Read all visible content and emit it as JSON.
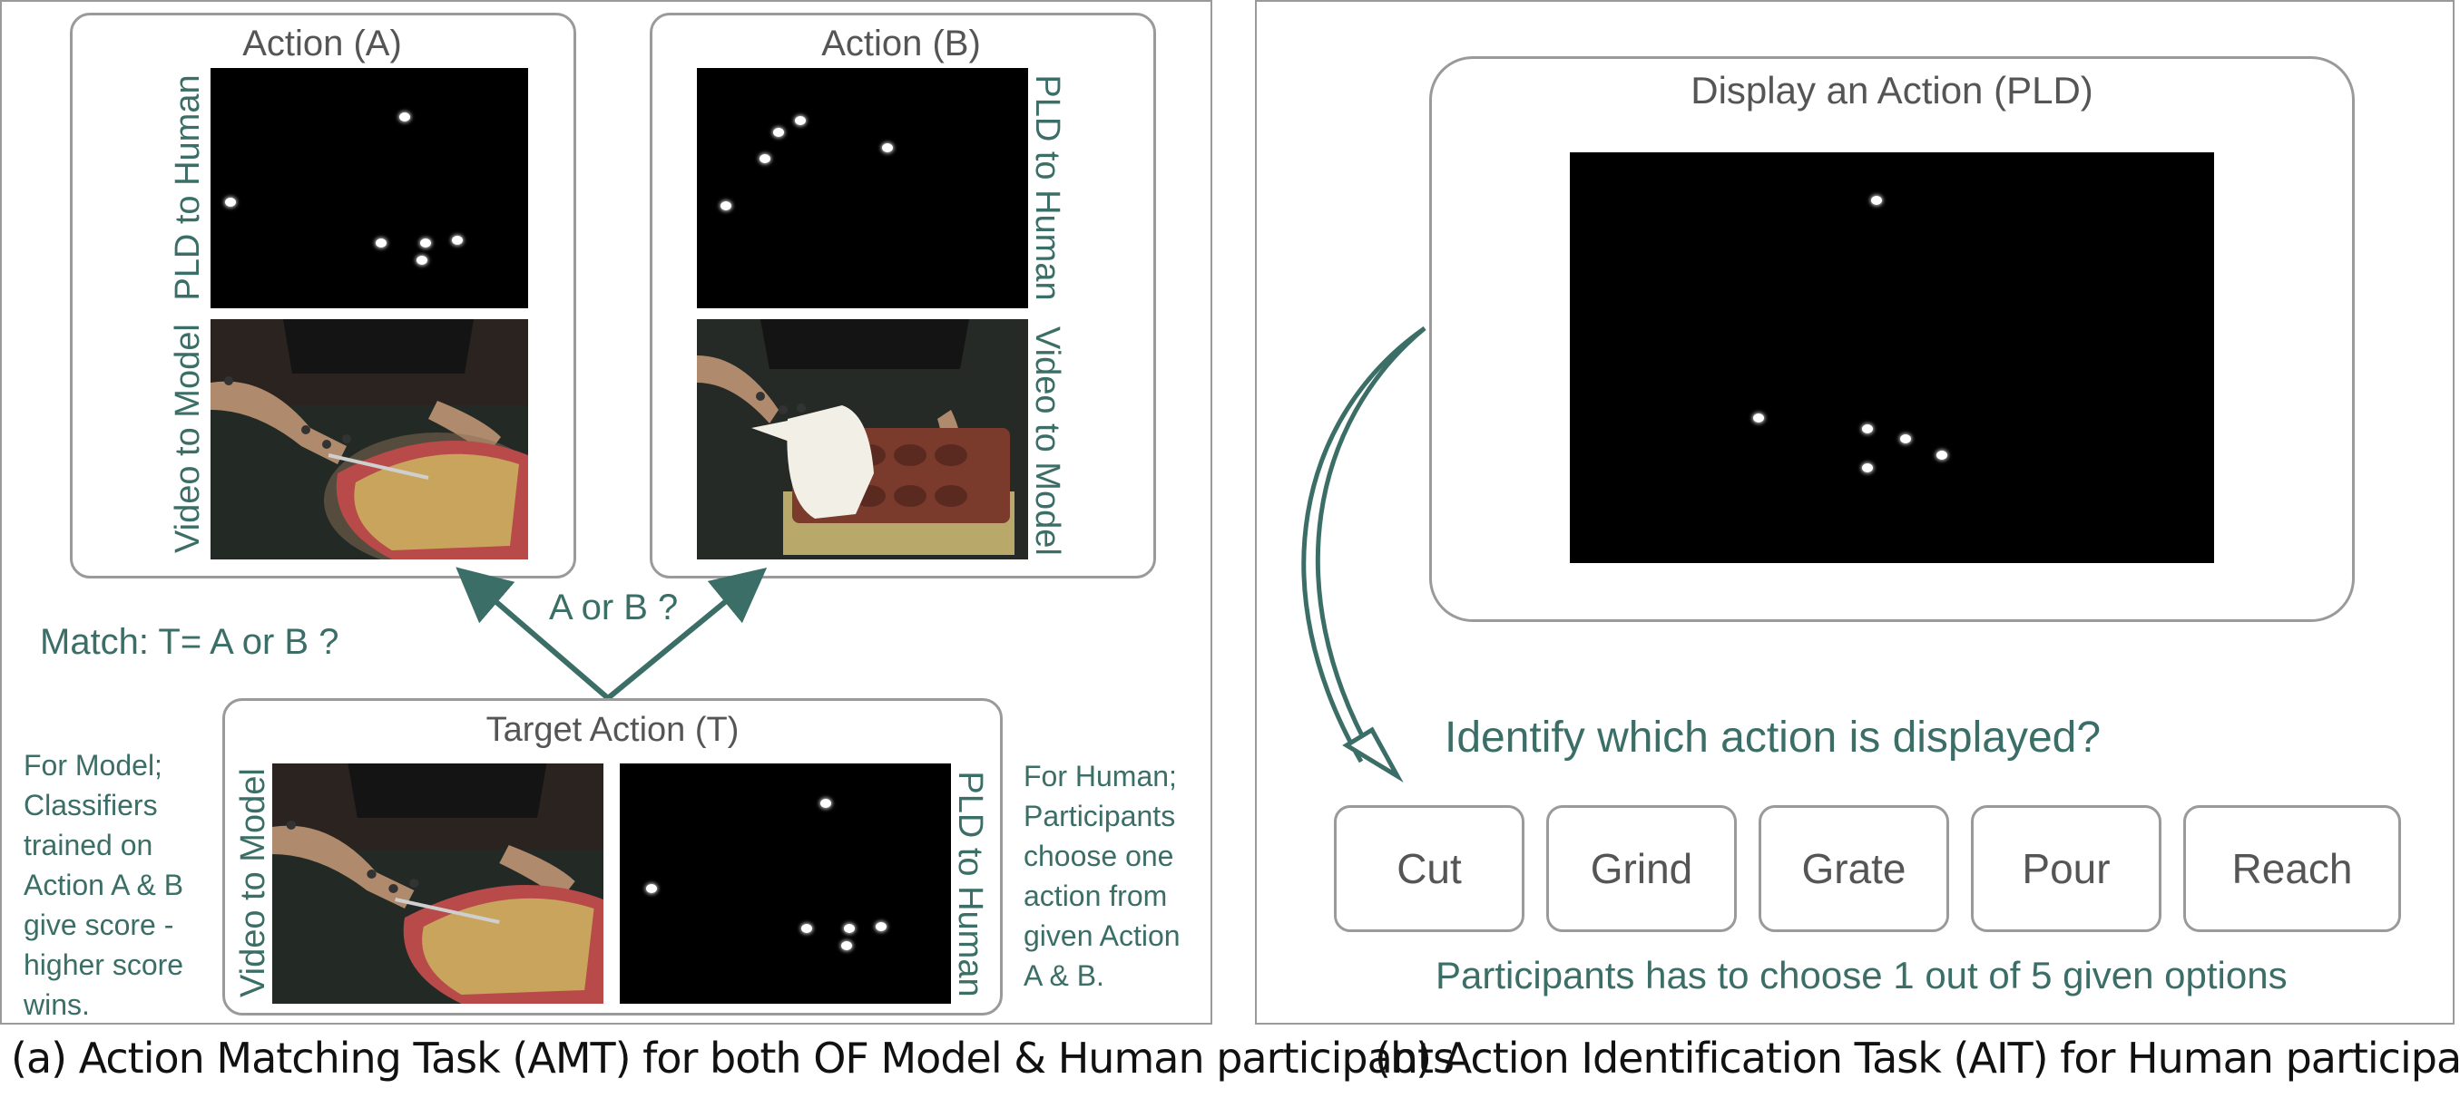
{
  "panel_a": {
    "action_a_title": "Action (A)",
    "action_b_title": "Action (B)",
    "pld_label": "PLD to Human",
    "video_label": "Video to Model",
    "a_or_b": "A or B ?",
    "match_text": "Match: T= A or B ?",
    "target_title": "Target Action (T)",
    "model_note": [
      "For Model;",
      "Classifiers",
      "trained on",
      "Action A & B",
      "give score -",
      "higher score",
      "wins."
    ],
    "human_note": [
      "For Human;",
      "Participants",
      "choose one",
      "action from",
      "given Action",
      "A & B."
    ],
    "caption": "(a) Action Matching Task (AMT) for both OF Model & Human participants"
  },
  "panel_b": {
    "display_title": "Display an Action (PLD)",
    "question": "Identify which action is displayed?",
    "options": [
      "Cut",
      "Grind",
      "Grate",
      "Pour",
      "Reach"
    ],
    "instruction": "Participants has to choose 1 out of 5 given options",
    "caption": "(b) Action Identification Task (AIT) for Human participants."
  },
  "colors": {
    "accent_teal": "#3b6e66",
    "frame_gray": "#9a9a9a",
    "pld_bg": "#000000"
  },
  "icons": [
    "photo-whisking-bowl",
    "photo-pouring-pitcher",
    "curved-arrow",
    "v-arrows"
  ]
}
